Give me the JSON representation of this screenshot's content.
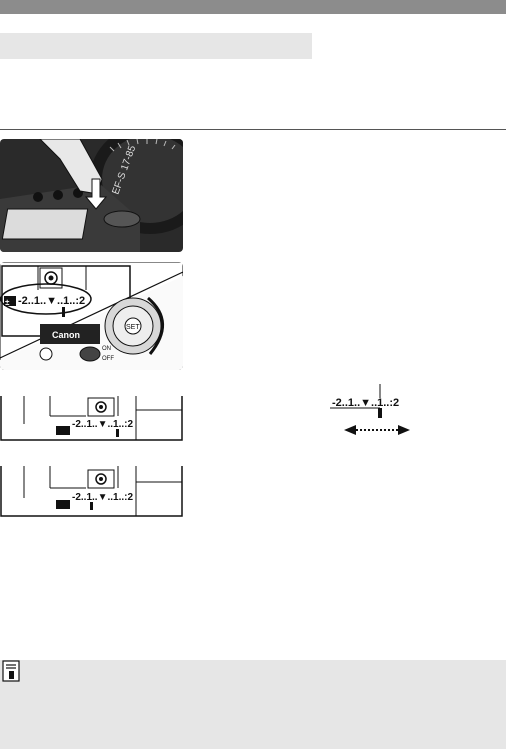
{
  "scale_text": "-2..1..▼..1..:2",
  "lcd_top_text": "-2..1..▼..1..:2",
  "lcd_bottom_text": "-2..1..▼..1..:2",
  "dial_label": "SET",
  "switch_label_on": "ON",
  "switch_label_off": "OFF",
  "lens_text": "EF-S 17-85",
  "brand_text": "Canon",
  "icons": {
    "metering": "spot-metering-icon",
    "flash_comp": "flash-compensation-icon",
    "note": "memo-icon",
    "arrows": "double-arrow-icon"
  },
  "exposure_level": {
    "top_lcd": 1,
    "bottom_lcd": -1
  }
}
